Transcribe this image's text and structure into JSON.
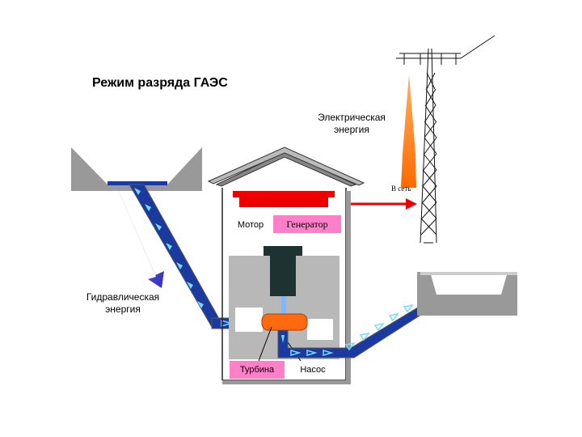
{
  "title": "Режим разряда ГАЭС",
  "labels": {
    "electric_energy_line1": "Электрическая",
    "electric_energy_line2": "энергия",
    "hydraulic_energy_line1": "Гидравлическая",
    "hydraulic_energy_line2": "энергия",
    "motor": "Мотор",
    "generator": "Генератор",
    "turbine": "Турбина",
    "pump": "Насос",
    "to_grid": "В сеть"
  },
  "colors": {
    "water": "#1a3aa0",
    "water_arrow": "#78d8ff",
    "hydro_arrow": "#4a4ad0",
    "flame_orange": "#ff7a1a",
    "generator_red": "#ee0000",
    "turbine_orange": "#ff6a10",
    "machine_dark": "#1e3232",
    "label_pink": "#ff7fc8",
    "ground_gray": "#999999"
  }
}
